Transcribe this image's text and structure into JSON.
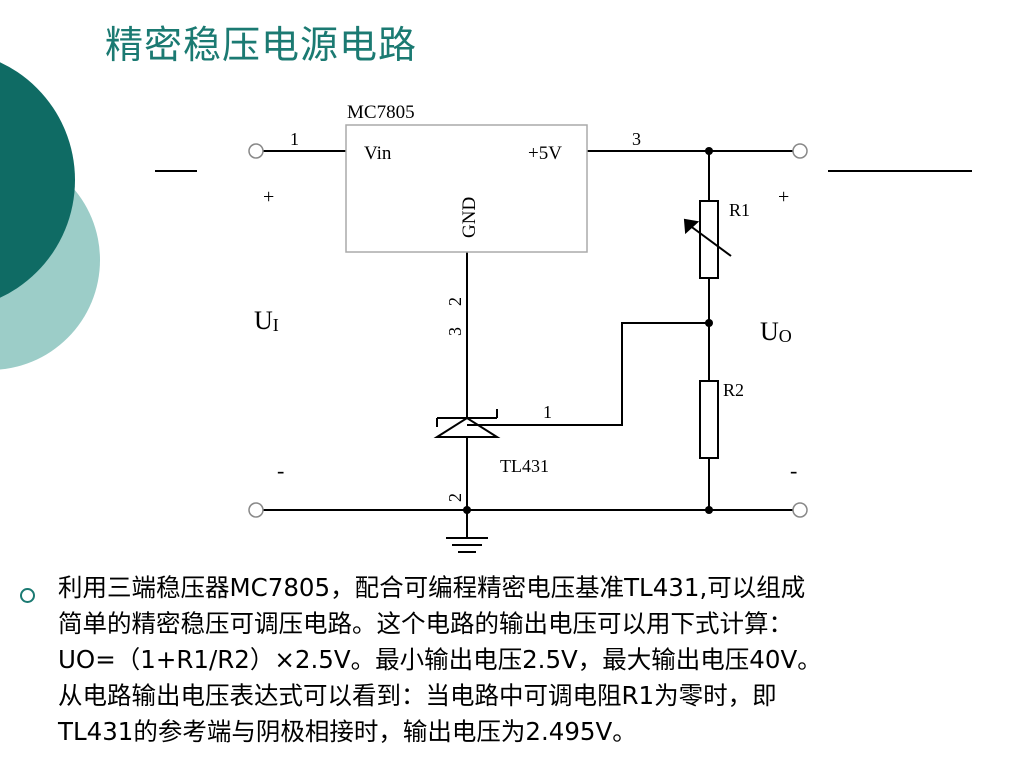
{
  "title": "精密稳压电源电路",
  "circuit": {
    "regulator_name": "MC7805",
    "vin_label": "Vin",
    "vout_label": "+5V",
    "gnd_label": "GND",
    "pin_in": "1",
    "pin_out": "3",
    "pin_gnd_a": "2",
    "pin_gnd_b": "3",
    "r1": "R1",
    "r2": "R2",
    "tl_name": "TL431",
    "tl_ref_pin": "1",
    "tl_cathode_a": "2",
    "tl_cathode_b": "3",
    "tl_anode_pin": "2",
    "plus_left": "+",
    "plus_right": "+",
    "minus_left": "-",
    "minus_right": "-",
    "ui_main": "U",
    "ui_sub": "I",
    "uo_main": "U",
    "uo_sub": "O"
  },
  "body_lines": [
    "利用三端稳压器MC7805，配合可编程精密电压基准TL431,可以组成",
    "简单的精密稳压可调压电路。这个电路的输出电压可以用下式计算：",
    "UO=（1+R1/R2）×2.5V。最小输出电压2.5V，最大输出电压40V。",
    "从电路输出电压表达式可以看到：当电路中可调电阻R1为零时，即",
    "TL431的参考端与阴极相接时，输出电压为2.495V。"
  ],
  "colors": {
    "accent_dark": "#0f6b64",
    "accent_light": "#9ccdc8",
    "title": "#1b7a72"
  }
}
